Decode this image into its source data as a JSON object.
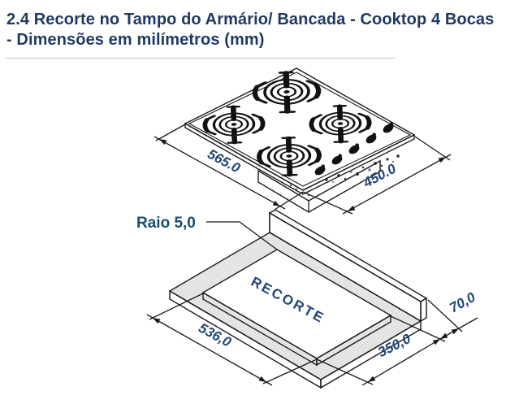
{
  "title": {
    "line1": "2.4 Recorte no Tampo do Armário/ Bancada - Cooktop 4 Bocas",
    "line2": "- Dimensões em milímetros (mm)"
  },
  "cooktop": {
    "description": "isometric drawing of 4-burner gas cooktop",
    "width_mm": "565.0",
    "depth_mm": "450.0",
    "burner_count": 4,
    "knob_count": 5
  },
  "cutout": {
    "label": "RECORTE",
    "radius_label": "Raio 5,0",
    "width_mm": "536,0",
    "depth_mm": "350,0",
    "edge_distance_mm": "70,0"
  },
  "colors": {
    "title_text": "#1e3a64",
    "dimension_text": "#1d4677",
    "radius_text": "#174d6e",
    "line": "#1a1a1a",
    "countertop_gray": "#e4e4e4",
    "backsplash_top_gray": "#d9d9d9"
  }
}
